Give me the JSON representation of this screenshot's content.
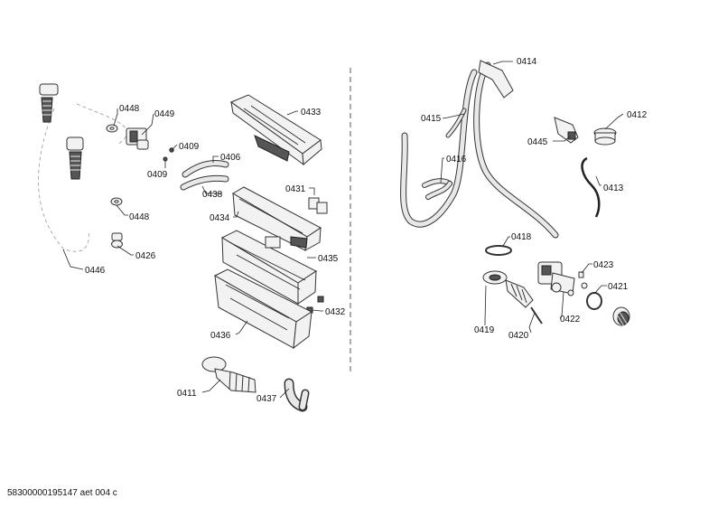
{
  "diagram": {
    "labels": {
      "p0414": "0414",
      "p0448": "0448",
      "p0449": "0449",
      "p0433": "0433",
      "p0415": "0415",
      "p0412": "0412",
      "p0409a": "0409",
      "p0409b": "0409",
      "p0406": "0406",
      "p0445": "0445",
      "p0416": "0416",
      "p0438": "0438",
      "p0431": "0431",
      "p0413": "0413",
      "p0448b": "0448",
      "p0434": "0434",
      "p0426": "0426",
      "p0418": "0418",
      "p0435": "0435",
      "p0423": "0423",
      "p0446": "0446",
      "p0421": "0421",
      "p0432": "0432",
      "p0422": "0422",
      "p0419": "0419",
      "p0420": "0420",
      "p0436": "0436",
      "p0411": "0411",
      "p0437": "0437"
    },
    "footer": "58300000195147 aet 004 c"
  }
}
